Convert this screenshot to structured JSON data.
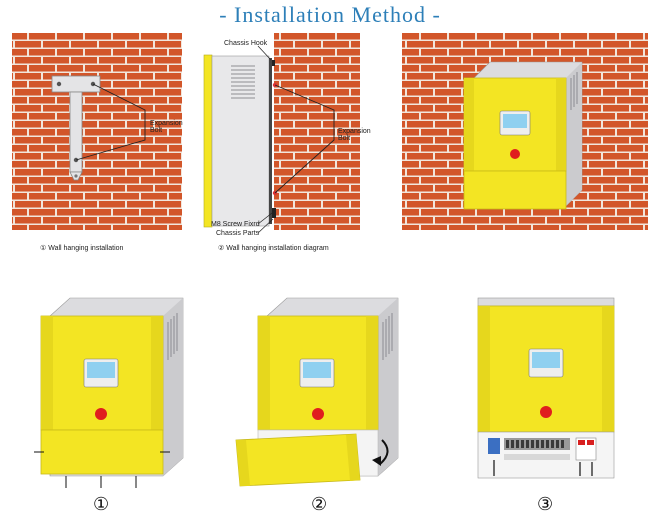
{
  "title": "- Installation Method -",
  "colors": {
    "title": "#2d7fb8",
    "brick": "#d2562a",
    "mortar": "#f1e6dc",
    "yellow": "#f3e523",
    "yellow_dark": "#d9c91a",
    "side": "#cfcfd2",
    "red_button": "#e01e1e",
    "screen": "#8fd0f0"
  },
  "panel1": {
    "label": "Expansion\nBolt",
    "caption": "① Wall hanging installation"
  },
  "panel2": {
    "chassis_hook": "Chassis Hook",
    "expansion_bolt": "Expansion\nBolt",
    "m8_screw": "M8 Screw Fixrd",
    "chassis_parts": "Chassis Parts",
    "caption": "② Wall hanging installation diagram"
  },
  "steps": [
    "①",
    "②",
    "③"
  ]
}
